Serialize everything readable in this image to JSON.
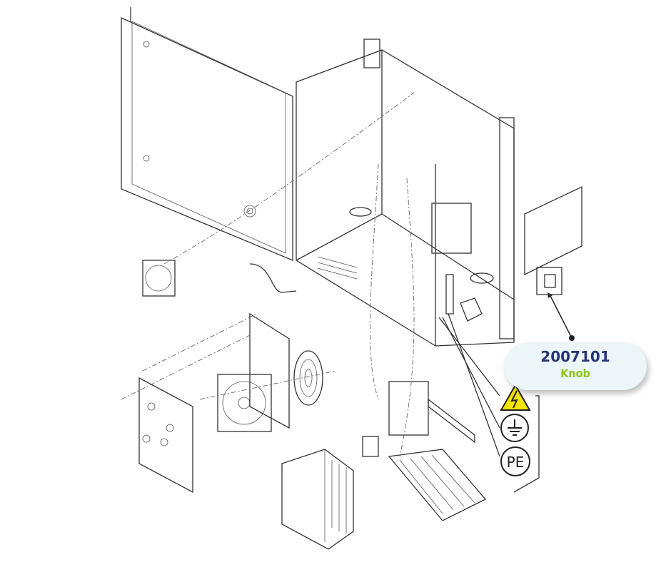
{
  "callout": {
    "part_number": "2007101",
    "part_name": "Knob"
  },
  "symbols": {
    "pe_label": "PE"
  },
  "colors": {
    "part_number": "#26347a",
    "part_name": "#8cc41e",
    "callout_bg": "#ecf5f7",
    "warning": "#f2e500"
  }
}
